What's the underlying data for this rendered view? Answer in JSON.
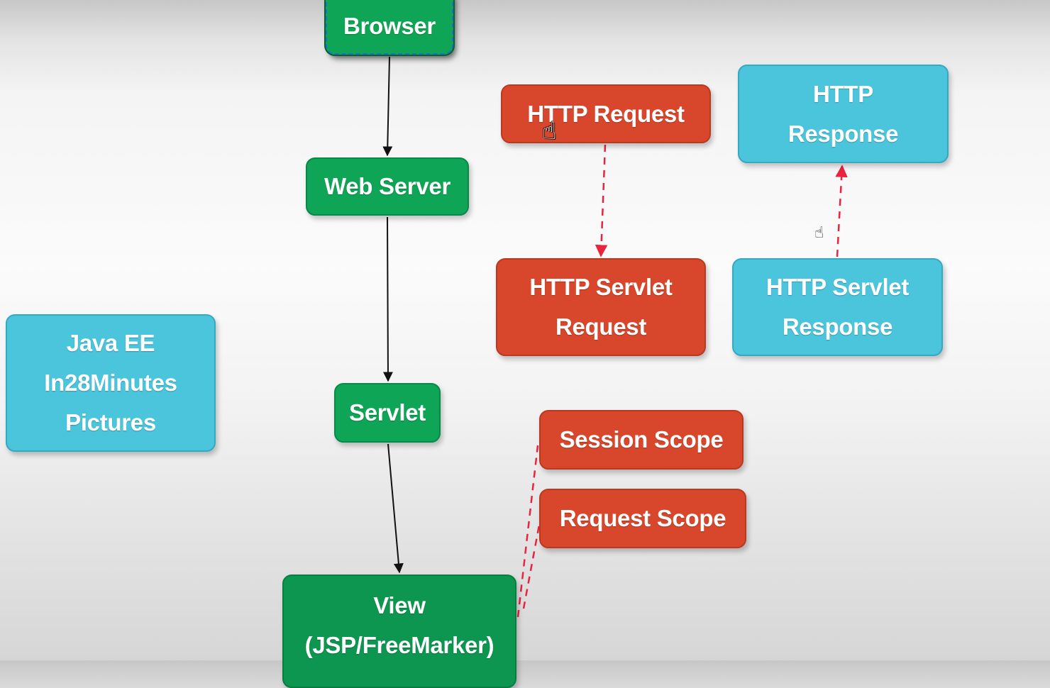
{
  "nodes": {
    "browser": {
      "label": "Browser",
      "color": "#0ea556"
    },
    "web_server": {
      "label": "Web Server",
      "color": "#0ea556"
    },
    "servlet": {
      "label": "Servlet",
      "color": "#0ea556"
    },
    "view": {
      "line1": "View",
      "line2": "(JSP/FreeMarker)",
      "color": "#0c9650"
    },
    "http_request": {
      "label": "HTTP Request",
      "color": "#d8472c"
    },
    "http_response": {
      "line1": "HTTP",
      "line2": "Response",
      "color": "#4bc5dc"
    },
    "http_servlet_request": {
      "line1": "HTTP Servlet",
      "line2": "Request",
      "color": "#d8472c"
    },
    "http_servlet_response": {
      "line1": "HTTP Servlet",
      "line2": "Response",
      "color": "#4bc5dc"
    },
    "java_ee": {
      "line1": "Java EE",
      "line2": "In28Minutes",
      "line3": "Pictures",
      "color": "#4bc5dc"
    },
    "session_scope": {
      "label": "Session Scope",
      "color": "#d8472c"
    },
    "request_scope": {
      "label": "Request Scope",
      "color": "#d8472c"
    }
  },
  "edges": [
    {
      "from": "browser",
      "to": "web_server",
      "style": "solid",
      "color": "#111111"
    },
    {
      "from": "web_server",
      "to": "servlet",
      "style": "solid",
      "color": "#111111"
    },
    {
      "from": "servlet",
      "to": "view",
      "style": "solid",
      "color": "#111111"
    },
    {
      "from": "http_request",
      "to": "http_servlet_request",
      "style": "dashed",
      "color": "#e8243f"
    },
    {
      "from": "http_servlet_response",
      "to": "http_response",
      "style": "dashed",
      "color": "#e8243f"
    },
    {
      "from": "view",
      "to": "session_scope",
      "style": "dashed",
      "color": "#e8243f"
    },
    {
      "from": "view",
      "to": "request_scope",
      "style": "dashed",
      "color": "#e8243f"
    }
  ],
  "cursors": [
    "hand-pointer-icon",
    "hand-pointer-icon"
  ]
}
